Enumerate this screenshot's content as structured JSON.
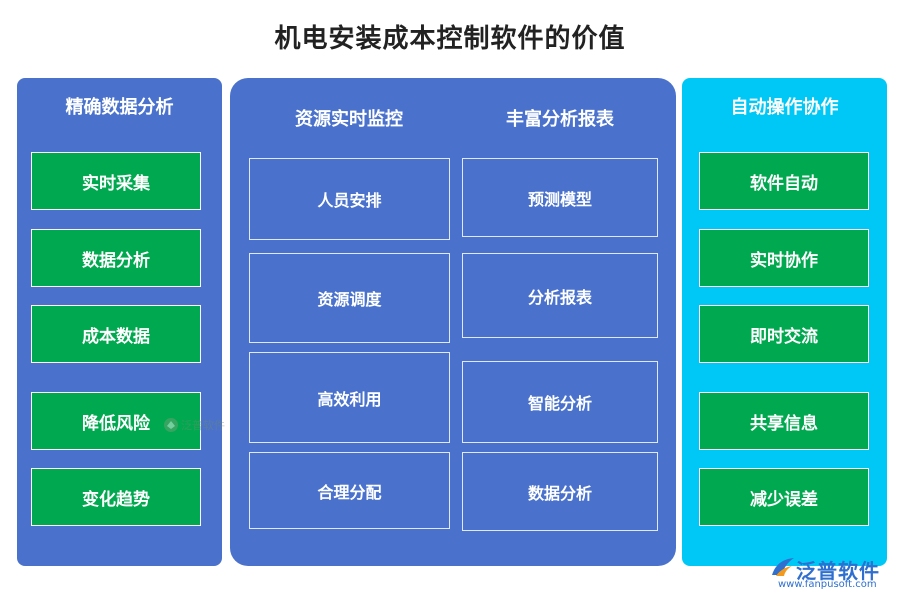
{
  "title": "机电安装成本控制软件的价值",
  "left_panel": {
    "heading": "精确数据分析",
    "items": [
      "实时采集",
      "数据分析",
      "成本数据",
      "降低风险",
      "变化趋势"
    ]
  },
  "middle_panel": {
    "col1": {
      "heading": "资源实时监控",
      "items": [
        "人员安排",
        "资源调度",
        "高效利用",
        "合理分配"
      ]
    },
    "col2": {
      "heading": "丰富分析报表",
      "items": [
        "预测模型",
        "分析报表",
        "智能分析",
        "数据分析"
      ]
    }
  },
  "right_panel": {
    "heading": "自动操作协作",
    "items": [
      "软件自动",
      "实时协作",
      "即时交流",
      "共享信息",
      "减少误差"
    ]
  },
  "watermark": {
    "text": "泛普软件"
  },
  "brand": {
    "name": "泛普软件",
    "url": "www.fanpusoft.com",
    "icon": "fanpu-logo-icon"
  },
  "colors": {
    "blue_panel": "#4a72cc",
    "cyan_panel": "#00c8f6",
    "green_box": "#00a94f",
    "brand_blue": "#2e6fcf"
  }
}
